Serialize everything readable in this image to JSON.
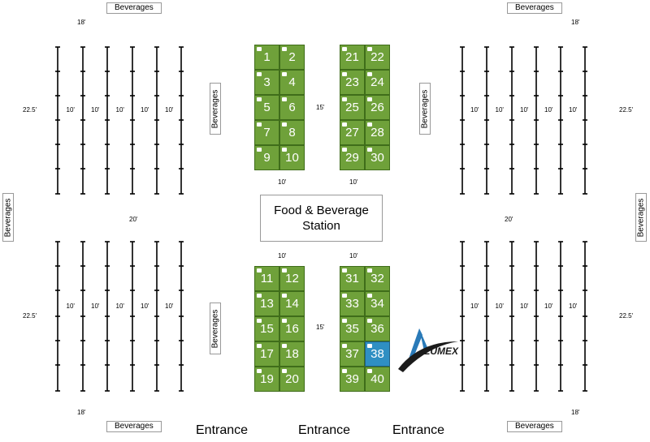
{
  "beverages_label": "Beverages",
  "station": {
    "line1": "Food & Beverage",
    "line2": "Station"
  },
  "dims": {
    "d18": "18'",
    "d22_5": "22.5'",
    "d10": "10'",
    "d15": "15'",
    "d20": "20'"
  },
  "entrance_label": "Entrance",
  "logo": {
    "text": "LUMEX"
  },
  "booths": {
    "top_left": [
      "1",
      "2",
      "3",
      "4",
      "5",
      "6",
      "7",
      "8",
      "9",
      "10"
    ],
    "top_right": [
      "21",
      "22",
      "23",
      "24",
      "25",
      "26",
      "27",
      "28",
      "29",
      "30"
    ],
    "bottom_left": [
      "11",
      "12",
      "13",
      "14",
      "15",
      "16",
      "17",
      "18",
      "19",
      "20"
    ],
    "bottom_right": [
      "31",
      "32",
      "33",
      "34",
      "35",
      "36",
      "37",
      "38",
      "39",
      "40"
    ]
  },
  "sold_booth": "38",
  "colors": {
    "booth": "#6fa13a",
    "booth_sold": "#2f8fc3",
    "line": "#000000"
  }
}
